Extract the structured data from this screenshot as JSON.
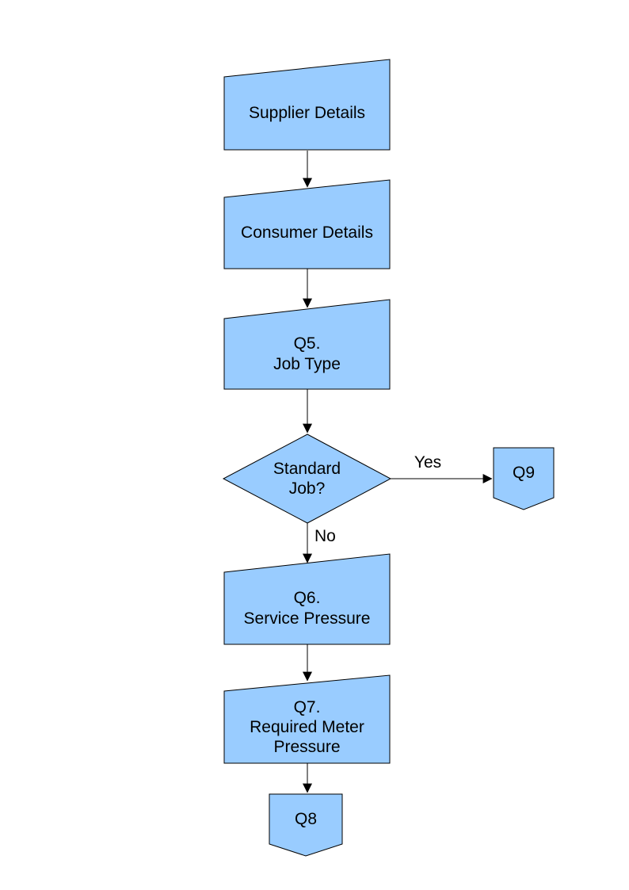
{
  "colors": {
    "node_fill": "#99CCFF",
    "node_stroke": "#000000",
    "connector": "#000000"
  },
  "nodes": {
    "supplier": {
      "label": "Supplier Details"
    },
    "consumer": {
      "label": "Consumer Details"
    },
    "q5": {
      "label": "Q5.\nJob Type"
    },
    "decision": {
      "label": "Standard\nJob?"
    },
    "q9": {
      "label": "Q9"
    },
    "q6": {
      "label": "Q6.\nService Pressure"
    },
    "q7": {
      "label": "Q7.\nRequired Meter\nPressure"
    },
    "q8": {
      "label": "Q8"
    }
  },
  "edges": {
    "yes_label": "Yes",
    "no_label": "No"
  }
}
